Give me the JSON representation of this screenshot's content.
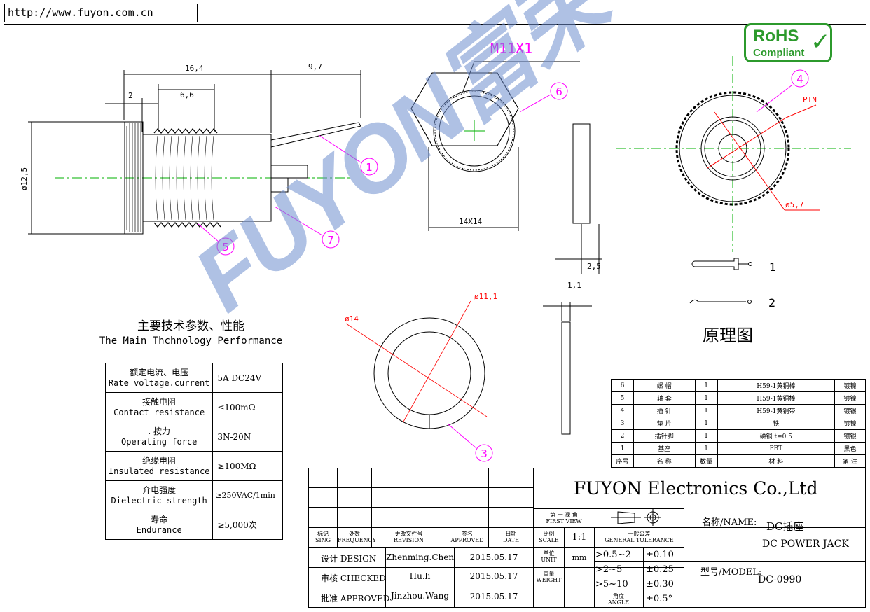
{
  "url": "http://www.fuyon.com.cn",
  "logo": {
    "top": "RoHS",
    "bottom": "Compliant"
  },
  "watermark": "FUYON富荣",
  "drawing": {
    "dims_side": [
      "16,4",
      "9,7",
      "2",
      "6,6",
      "ø12,5"
    ],
    "thread": "M11X1",
    "hex": "14X14",
    "washer_dims": [
      "2,5",
      "1,1"
    ],
    "ring_dims": [
      "ø11,1",
      "ø14"
    ],
    "front_dims": [
      "PIN",
      "ø5,7"
    ],
    "balloons": [
      "1",
      "2",
      "3",
      "4",
      "5",
      "6",
      "7"
    ],
    "schematic_labels": [
      "1",
      "2"
    ],
    "schematic_title": "原理图"
  },
  "performance": {
    "title_cn": "主要技术参数、性能",
    "title_en": "The Main Thchnology Performance",
    "rows": [
      {
        "cn": "额定电流、电压",
        "en": "Rate voltage.current",
        "value": "5A DC24V"
      },
      {
        "cn": "接触电阻",
        "en": "Contact resistance",
        "value": "≤100mΩ"
      },
      {
        "cn": ". 按力",
        "en": "Operating force",
        "value": "3N-20N"
      },
      {
        "cn": "绝缘电阻",
        "en": "Insulated resistance",
        "value": "≥100MΩ"
      },
      {
        "cn": "介电强度",
        "en": "Dielectric strength",
        "value": "≥250VAC/1min"
      },
      {
        "cn": "寿命",
        "en": "Endurance",
        "value": "≥5,000次"
      }
    ]
  },
  "bom": {
    "rows": [
      [
        "6",
        "螺 帽",
        "1",
        "H59-1黄铜棒",
        "镀镍"
      ],
      [
        "5",
        "轴 套",
        "1",
        "H59-1黄铜棒",
        "镀镍"
      ],
      [
        "4",
        "插 针",
        "1",
        "H59-1黄铜带",
        "镀银"
      ],
      [
        "3",
        "垫 片",
        "1",
        "铁",
        "镀镍"
      ],
      [
        "2",
        "插针脚",
        "1",
        "磷铜 t=0.5",
        "镀银"
      ],
      [
        "1",
        "基座",
        "1",
        "PBT",
        "黑色"
      ]
    ],
    "header": [
      "序号",
      "名 称",
      "数量",
      "材 料",
      "备 注"
    ]
  },
  "title_block": {
    "company": "FUYON Electronics Co.,Ltd",
    "view_cn": "第 一 视 角",
    "view_en": "FIRST VIEW",
    "headers": [
      {
        "cn": "标记",
        "en": "SING"
      },
      {
        "cn": "处数",
        "en": "FREQUENCY"
      },
      {
        "cn": "更改文件号",
        "en": "REVISION"
      },
      {
        "cn": "签名",
        "en": "APPROVED"
      },
      {
        "cn": "日期",
        "en": "DATE"
      }
    ],
    "scale_cn": "比例",
    "scale_en": "SCALE",
    "scale": "1:1",
    "tol_cn": "一般公差",
    "tol_en": "GENERAL TOLERANCE",
    "unit_cn": "单位",
    "unit_en": "UNIT",
    "unit": "mm",
    "weight_cn": "重量",
    "weight_en": "WEIGHT",
    "angle_cn": "角度",
    "angle_en": "ANGLE",
    "tolerances": [
      {
        "range": ">0.5~2",
        "value": "±0.10"
      },
      {
        "range": ">2~5",
        "value": "±0.25"
      },
      {
        "range": ">5~10",
        "value": "±0.30"
      }
    ],
    "angle_value": "±0.5°",
    "people": [
      {
        "role": "设计 DESIGN",
        "name": "Zhenming.Chen",
        "date": "2015.05.17"
      },
      {
        "role": "审核 CHECKED",
        "name": "Hu.li",
        "date": "2015.05.17"
      },
      {
        "role": "批准 APPROVED",
        "name": "Jinzhou.Wang",
        "date": "2015.05.17"
      }
    ],
    "name_label": "名称/NAME:",
    "name_cn": "DC插座",
    "name_en": "DC POWER JACK",
    "model_label": "型号/MODEL:",
    "model": "DC-0990"
  },
  "colors": {
    "magenta": "#ff00ff",
    "green": "#00b000",
    "red": "#ff0000",
    "watermark": "#6f8fcf"
  }
}
